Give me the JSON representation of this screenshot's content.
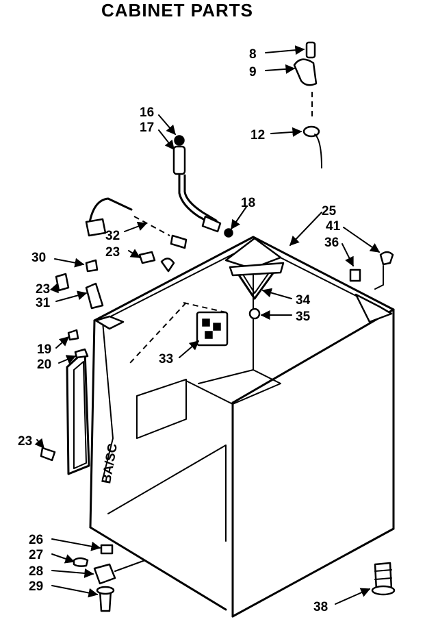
{
  "title": "CABINET PARTS",
  "callouts": [
    "8",
    "9",
    "12",
    "16",
    "17",
    "18",
    "25",
    "41",
    "36",
    "30",
    "32",
    "23",
    "23",
    "31",
    "34",
    "35",
    "19",
    "20",
    "33",
    "23",
    "26",
    "27",
    "28",
    "29",
    "38"
  ],
  "stamp": "BA/SC"
}
